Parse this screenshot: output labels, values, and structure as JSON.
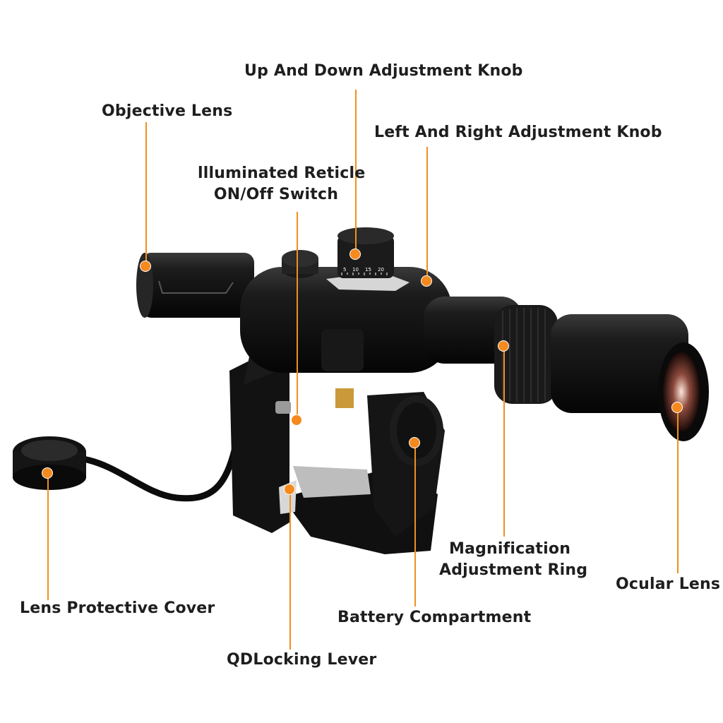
{
  "colors": {
    "accent": "#f58a1f",
    "leader_line": "#f0901e",
    "label_text": "#1e1e1e",
    "scope_body": "#141414",
    "background": "#ffffff"
  },
  "labels": {
    "up_down_knob": "Up And Down Adjustment Knob",
    "objective_lens": "Objective Lens",
    "left_right_knob": "Left And Right Adjustment Knob",
    "illuminated_line1": "llluminated Reticle",
    "illuminated_line2": "ON/Off Switch",
    "magnification_line1": "Magnification",
    "magnification_line2": "Adjustment Ring",
    "ocular_lens": "Ocular Lens",
    "lens_cover": "Lens Protective Cover",
    "battery": "Battery Compartment",
    "qd_lever": "QDLocking Lever"
  },
  "turret_scale": [
    "5",
    "10",
    "15",
    "20"
  ]
}
